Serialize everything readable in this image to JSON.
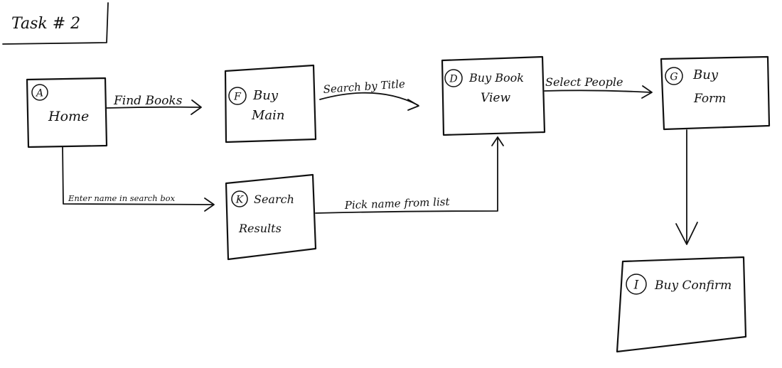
{
  "title": "Task # 2",
  "nodes": [
    {
      "id": "A",
      "letter": "A",
      "lines": [
        "Home"
      ]
    },
    {
      "id": "F",
      "letter": "F",
      "lines": [
        "Buy",
        "Main"
      ]
    },
    {
      "id": "D",
      "letter": "D",
      "lines": [
        "Buy Book",
        "View"
      ]
    },
    {
      "id": "G",
      "letter": "G",
      "lines": [
        "Buy",
        "Form"
      ]
    },
    {
      "id": "K",
      "letter": "K",
      "lines": [
        "Search",
        "Results"
      ]
    },
    {
      "id": "I",
      "letter": "I",
      "lines": [
        "Buy Confirm"
      ]
    }
  ],
  "edges": [
    {
      "from": "A",
      "to": "F",
      "label": "Find Books"
    },
    {
      "from": "F",
      "to": "D",
      "label": "Search by Title"
    },
    {
      "from": "D",
      "to": "G",
      "label": "Select People"
    },
    {
      "from": "A",
      "to": "K",
      "label": "Enter name in search box"
    },
    {
      "from": "K",
      "to": "D",
      "label": "Pick name from list"
    },
    {
      "from": "G",
      "to": "I",
      "label": ""
    }
  ]
}
